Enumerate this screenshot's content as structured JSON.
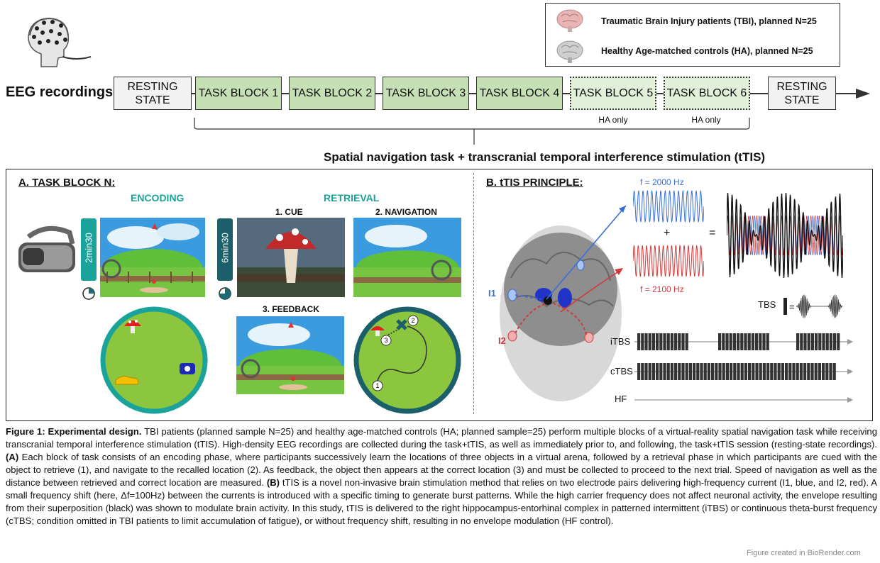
{
  "legend": {
    "tbi": "Traumatic Brain Injury patients (TBI), planned N=25",
    "ha": "Healthy Age-matched controls (HA), planned N=25"
  },
  "timeline": {
    "label": "EEG recordings:",
    "blocks": [
      {
        "text": "RESTING\nSTATE",
        "style": "rest"
      },
      {
        "text": "TASK BLOCK 1",
        "style": "task"
      },
      {
        "text": "TASK BLOCK 2",
        "style": "task"
      },
      {
        "text": "TASK BLOCK 3",
        "style": "task"
      },
      {
        "text": "TASK BLOCK 4",
        "style": "task"
      },
      {
        "text": "TASK BLOCK 5",
        "style": "taskdot"
      },
      {
        "text": "TASK BLOCK 6",
        "style": "taskdot"
      },
      {
        "text": "RESTING\nSTATE",
        "style": "rest"
      }
    ],
    "ha_only": "HA only",
    "title": "Spatial navigation task + transcranial temporal interference stimulation (tTIS)"
  },
  "panel_a": {
    "heading": "A. TASK BLOCK N:",
    "encoding": "ENCODING",
    "retrieval": "RETRIEVAL",
    "cue": "1. CUE",
    "navigation": "2. NAVIGATION",
    "feedback": "3. FEEDBACK",
    "enc_time": "2min30",
    "ret_time": "6min30",
    "markers": [
      "1",
      "2",
      "3"
    ]
  },
  "panel_b": {
    "heading": "B. tTIS PRINCIPLE:",
    "f1": "f = 2000 Hz",
    "f2": "f = 2100 Hz",
    "plus": "+",
    "equals": "=",
    "i1": "I1",
    "i2": "I2",
    "tbs": "TBS",
    "itbs": "iTBS",
    "ctbs": "cTBS",
    "hf": "HF"
  },
  "caption": {
    "fig_label": "Figure 1: Experimental design.",
    "p1": " TBI patients (planned sample N=25) and healthy age-matched controls (HA; planned sample=25) perform multiple blocks of a virtual-reality spatial navigation task while receiving transcranial temporal interference stimulation (tTIS). High-density EEG recordings are collected during the task+tTIS, as well as immediately prior to, and following, the task+tTIS session (resting-state recordings). ",
    "a_label": "(A)",
    "p2": " Each block of task consists of an encoding phase, where participants successively learn the locations of three objects in a virtual arena, followed by a retrieval phase in which participants are cued with the object to retrieve (1), and navigate to the recalled location (2). As feedback, the object then appears at the correct location (3) and must be collected to proceed to the next trial. Speed of navigation as well as the distance between retrieved and correct location are measured. ",
    "b_label": "(B)",
    "p3": " tTIS is a novel non-invasive brain stimulation method that relies on two electrode pairs delivering high-frequency current (I1, blue, and I2, red). A small frequency shift (here, Δf=100Hz) between the currents is introduced with a specific timing to generate burst patterns. While the high carrier frequency does not affect neuronal activity, the envelope resulting from their superposition (black) was shown to modulate brain activity. In this study, tTIS is delivered to the right hippocampus-entorhinal complex in patterned intermittent (iTBS) or continuous theta-burst frequency (cTBS; condition omitted in TBI patients to limit accumulation of fatigue), or without frequency shift, resulting in no envelope modulation (HF control).",
    "credit": "Figure created in BioRender.com"
  },
  "colors": {
    "task": "#c5e0b4",
    "taskdot": "#e2f0d9",
    "teal": "#1aa39a",
    "blue": "#3b6fd8",
    "red": "#d23a3a"
  }
}
